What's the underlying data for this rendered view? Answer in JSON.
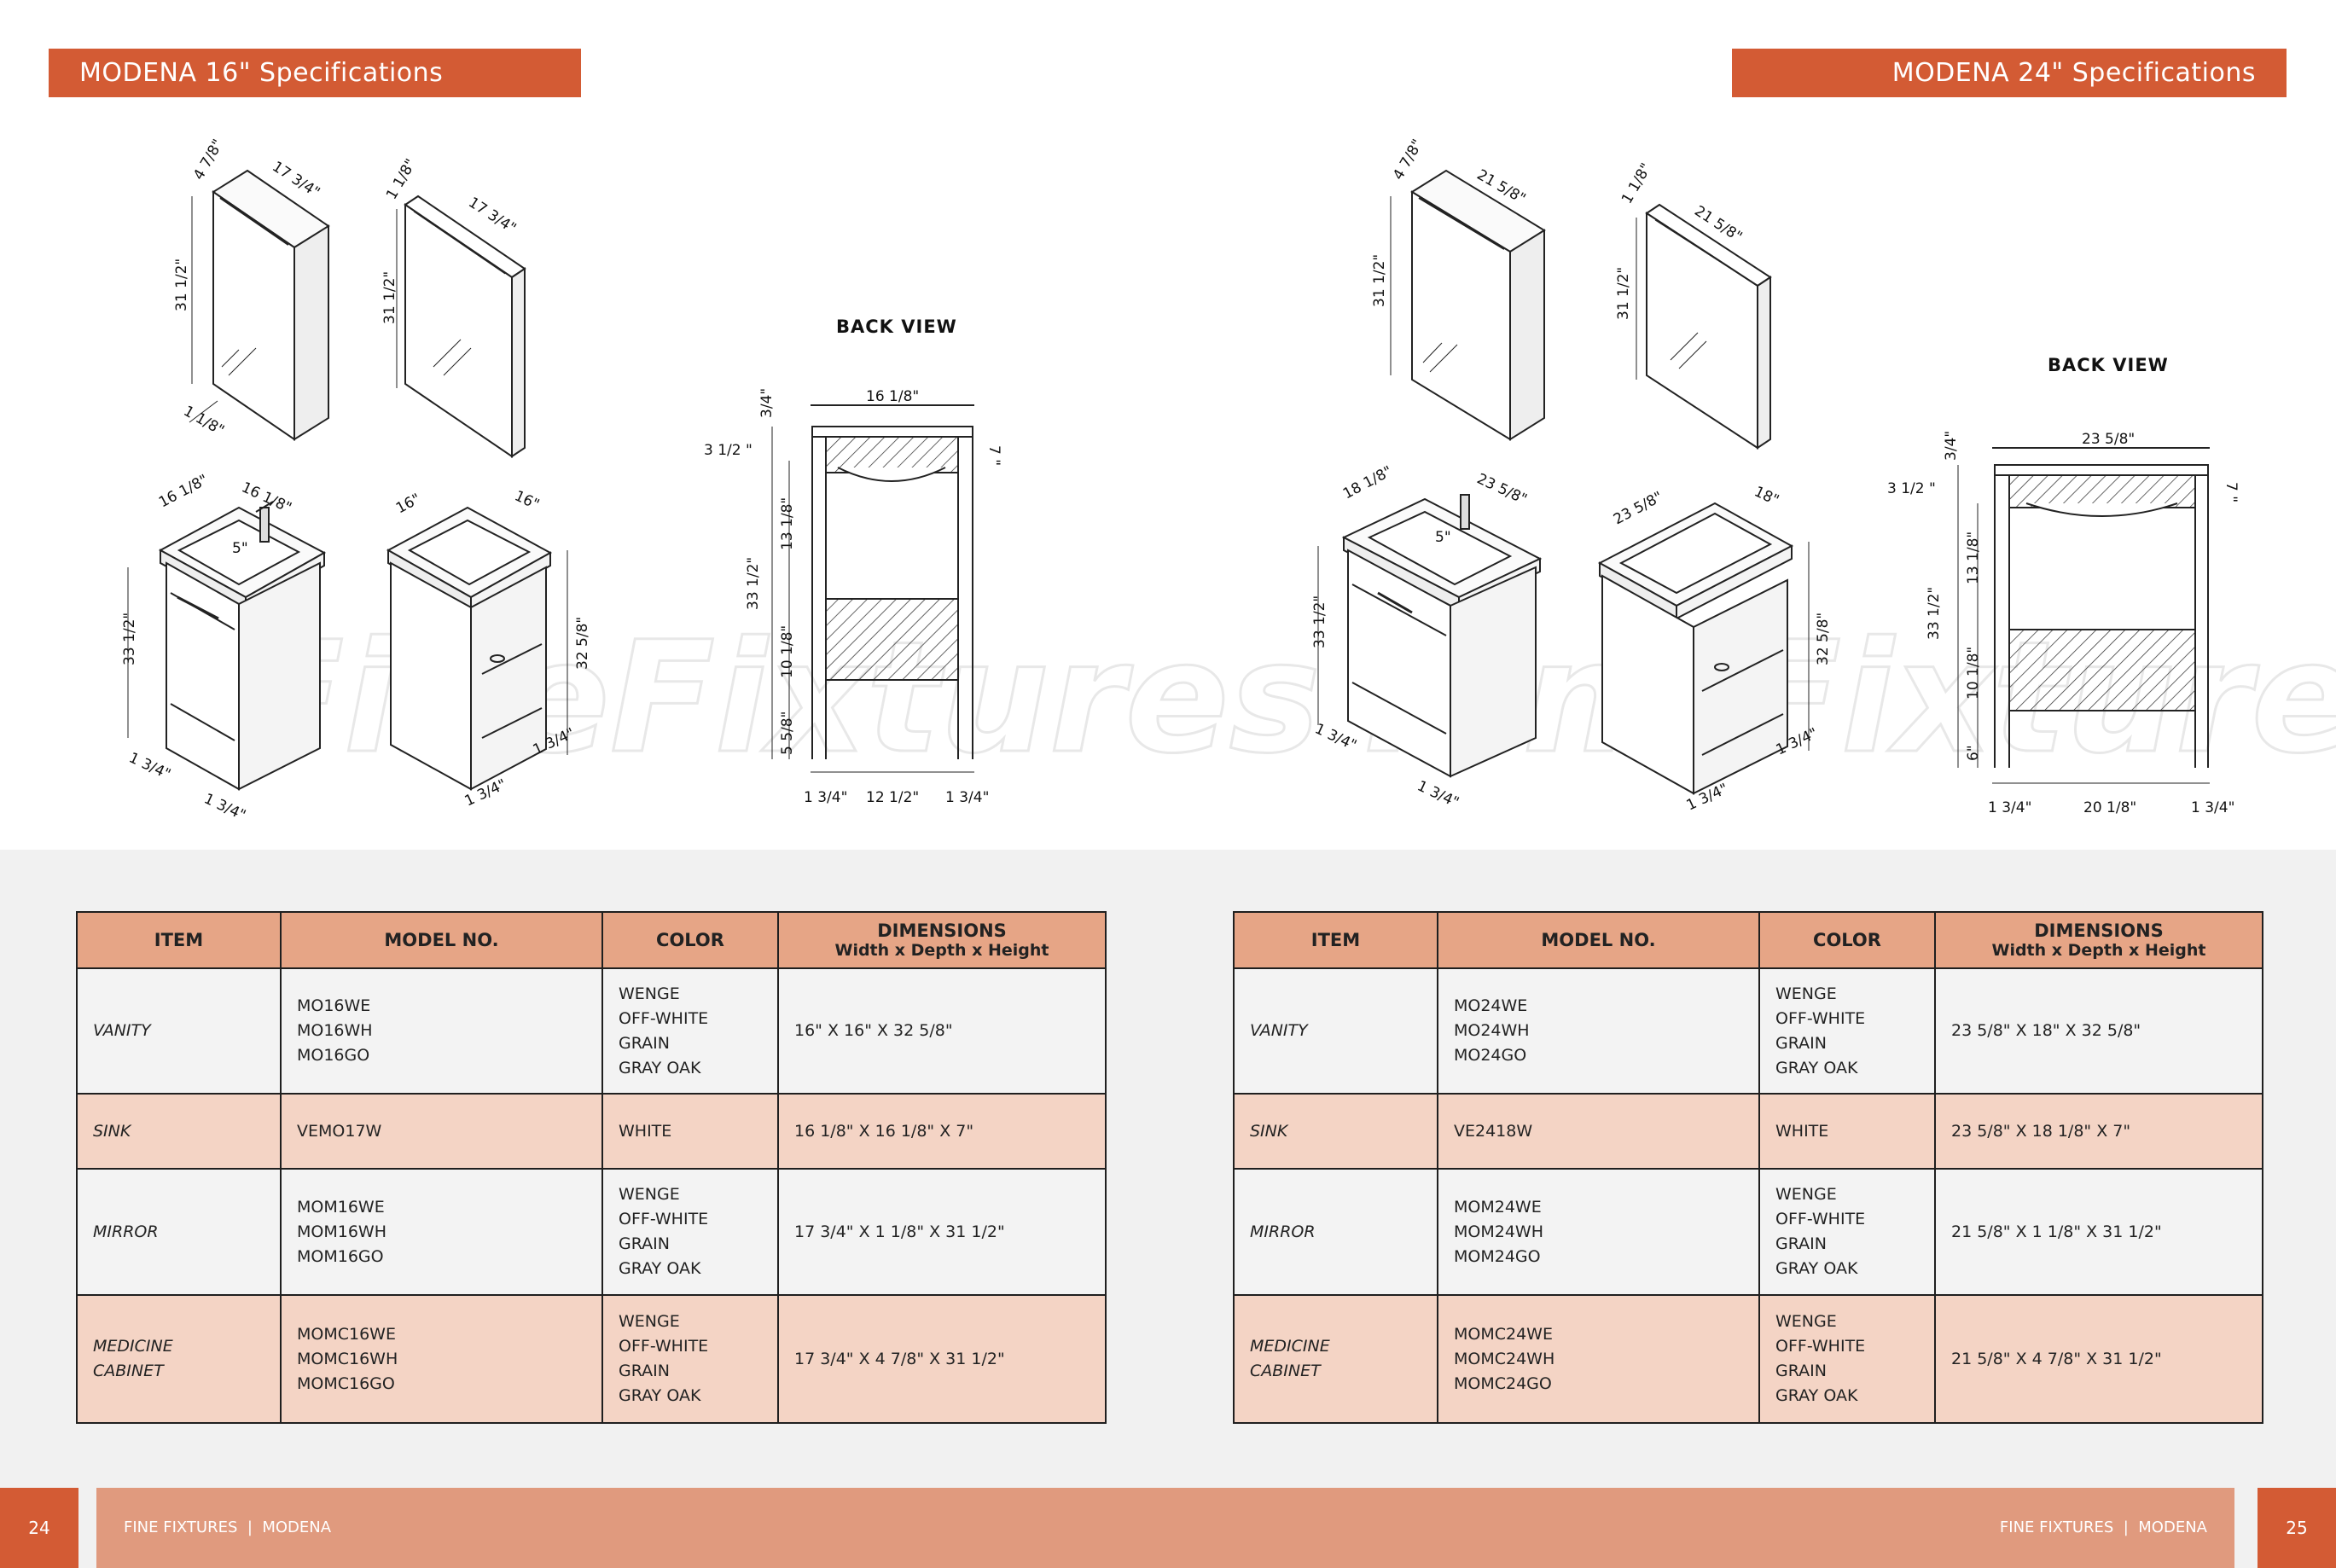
{
  "banners": {
    "left": "MODENA 16\" Specifications",
    "right": "MODENA 24\" Specifications"
  },
  "watermark": "FineFixtures",
  "drawings": {
    "left": {
      "back_view_title": "BACK VIEW",
      "dims": {
        "mc_depth": "4 7/8\"",
        "mc_width": "17 3/4\"",
        "mc_height": "31 1/2\"",
        "mc_bottom": "1 1/8\"",
        "mir_depth": "1 1/8\"",
        "mir_width": "17 3/4\"",
        "mir_height": "31 1/2\"",
        "van_w1": "16 1/8\"",
        "van_w2": "16 1/8\"",
        "van_height": "33 1/2\"",
        "van_faucet": "5\"",
        "van_foot1": "1 3/4\"",
        "van_foot2": "1 3/4\"",
        "van2_w1": "16\"",
        "van2_w2": "16\"",
        "van2_height": "32 5/8\"",
        "van2_foot1": "1 3/4\"",
        "van2_foot2": "1 3/4\"",
        "bv_top": "16 1/8\"",
        "bv_t1": "3/4\"",
        "bv_t2": "3 1/2 \"",
        "bv_sink": "7 \"",
        "bv_total": "33 1/2\"",
        "bv_s1": "13 1/8\"",
        "bv_s2": "10 1/8\"",
        "bv_s3": "5 5/8\"",
        "bv_b1": "1 3/4\"",
        "bv_b2": "12 1/2\"",
        "bv_b3": "1 3/4\""
      }
    },
    "right": {
      "back_view_title": "BACK VIEW",
      "dims": {
        "mc_depth": "4 7/8\"",
        "mc_width": "21 5/8\"",
        "mc_height": "31 1/2\"",
        "mir_depth": "1 1/8\"",
        "mir_width": "21 5/8\"",
        "mir_height": "31 1/2\"",
        "van_w1": "18 1/8\"",
        "van_w2": "23 5/8\"",
        "van_height": "33 1/2\"",
        "van_faucet": "5\"",
        "van_foot1": "1 3/4\"",
        "van_foot2": "1 3/4\"",
        "van2_w1": "23 5/8\"",
        "van2_w2": "18\"",
        "van2_height": "32 5/8\"",
        "van2_foot1": "1 3/4\"",
        "van2_foot2": "1 3/4\"",
        "bv_top": "23 5/8\"",
        "bv_t1": "3/4\"",
        "bv_t2": "3 1/2 \"",
        "bv_sink": "7 \"",
        "bv_total": "33 1/2\"",
        "bv_s1": "13 1/8\"",
        "bv_s2": "10 1/8\"",
        "bv_s3": "6\"",
        "bv_b1": "1 3/4\"",
        "bv_b2": "20 1/8\"",
        "bv_b3": "1 3/4\""
      }
    }
  },
  "table_headers": {
    "item": "ITEM",
    "model": "MODEL NO.",
    "color": "COLOR",
    "dimensions": "DIMENSIONS",
    "dimensions_sub": "Width x Depth x Height"
  },
  "tables": {
    "left": [
      {
        "item": [
          "VANITY"
        ],
        "models": [
          "MO16WE",
          "MO16WH",
          "MO16GO"
        ],
        "colors": [
          "WENGE",
          "OFF-WHITE GRAIN",
          "GRAY OAK"
        ],
        "dims": "16\" X 16\" X 32 5/8\""
      },
      {
        "item": [
          "SINK"
        ],
        "models": [
          "VEMO17W"
        ],
        "colors": [
          "WHITE"
        ],
        "dims": "16 1/8\" X 16 1/8\" X 7\""
      },
      {
        "item": [
          "MIRROR"
        ],
        "models": [
          "MOM16WE",
          "MOM16WH",
          "MOM16GO"
        ],
        "colors": [
          "WENGE",
          "OFF-WHITE GRAIN",
          "GRAY OAK"
        ],
        "dims": "17 3/4\" X 1 1/8\" X 31 1/2\""
      },
      {
        "item": [
          "MEDICINE",
          "CABINET"
        ],
        "models": [
          "MOMC16WE",
          "MOMC16WH",
          "MOMC16GO"
        ],
        "colors": [
          "WENGE",
          "OFF-WHITE GRAIN",
          "GRAY OAK"
        ],
        "dims": "17 3/4\" X 4 7/8\" X 31 1/2\""
      }
    ],
    "right": [
      {
        "item": [
          "VANITY"
        ],
        "models": [
          "MO24WE",
          "MO24WH",
          "MO24GO"
        ],
        "colors": [
          "WENGE",
          "OFF-WHITE GRAIN",
          "GRAY OAK"
        ],
        "dims": "23 5/8\" X 18\" X 32 5/8\""
      },
      {
        "item": [
          "SINK"
        ],
        "models": [
          "VE2418W"
        ],
        "colors": [
          "WHITE"
        ],
        "dims": "23 5/8\" X 18 1/8\" X 7\""
      },
      {
        "item": [
          "MIRROR"
        ],
        "models": [
          "MOM24WE",
          "MOM24WH",
          "MOM24GO"
        ],
        "colors": [
          "WENGE",
          "OFF-WHITE GRAIN",
          "GRAY OAK"
        ],
        "dims": "21 5/8\" X 1 1/8\" X 31 1/2\""
      },
      {
        "item": [
          "MEDICINE",
          "CABINET"
        ],
        "models": [
          "MOMC24WE",
          "MOMC24WH",
          "MOMC24GO"
        ],
        "colors": [
          "WENGE",
          "OFF-WHITE GRAIN",
          "GRAY OAK"
        ],
        "dims": "21 5/8\" X 4 7/8\" X 31 1/2\""
      }
    ]
  },
  "footer": {
    "page_left": "24",
    "page_right": "25",
    "brand": "FINE FIXTURES",
    "separator": "|",
    "collection": "MODENA"
  },
  "colors": {
    "banner": "#d35b34",
    "header_cell": "#e6a586",
    "alt_row": "#f4d4c5",
    "footer_bar": "#e09a7e"
  }
}
